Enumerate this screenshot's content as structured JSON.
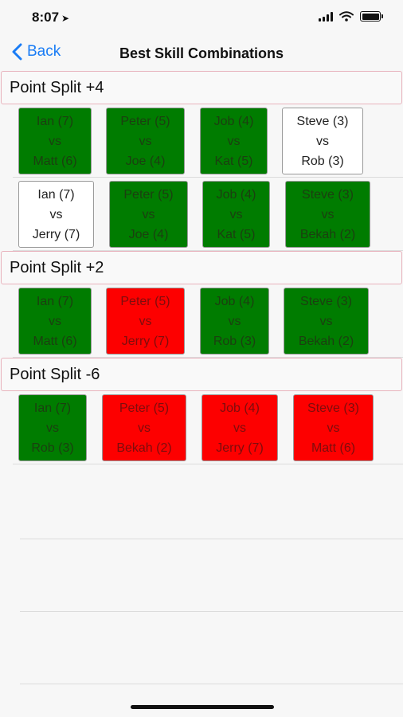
{
  "status_bar": {
    "time": "8:07",
    "location_icon": "location-arrow-icon",
    "icons": [
      "cellular-signal-icon",
      "wifi-icon",
      "battery-icon"
    ]
  },
  "nav": {
    "back_label": "Back",
    "title": "Best Skill Combinations"
  },
  "colors": {
    "win": "#007c00",
    "lose": "#fd0000",
    "even": "#ffffff",
    "accent": "#1a7cf5"
  },
  "sections": [
    {
      "header": "Point Split +4",
      "rows": [
        [
          {
            "top": "Ian (7)",
            "vs": "vs",
            "bottom": "Matt (6)",
            "status": "green"
          },
          {
            "top": "Peter (5)",
            "vs": "vs",
            "bottom": "Joe (4)",
            "status": "green"
          },
          {
            "top": "Job (4)",
            "vs": "vs",
            "bottom": "Kat (5)",
            "status": "green"
          },
          {
            "top": "Steve (3)",
            "vs": "vs",
            "bottom": "Rob (3)",
            "status": "white"
          }
        ],
        [
          {
            "top": "Ian (7)",
            "vs": "vs",
            "bottom": "Jerry (7)",
            "status": "white"
          },
          {
            "top": "Peter (5)",
            "vs": "vs",
            "bottom": "Joe (4)",
            "status": "green"
          },
          {
            "top": "Job (4)",
            "vs": "vs",
            "bottom": "Kat (5)",
            "status": "green"
          },
          {
            "top": "Steve (3)",
            "vs": "vs",
            "bottom": "Bekah (2)",
            "status": "green"
          }
        ]
      ]
    },
    {
      "header": "Point Split +2",
      "rows": [
        [
          {
            "top": "Ian (7)",
            "vs": "vs",
            "bottom": "Matt (6)",
            "status": "green"
          },
          {
            "top": "Peter (5)",
            "vs": "vs",
            "bottom": "Jerry (7)",
            "status": "red"
          },
          {
            "top": "Job (4)",
            "vs": "vs",
            "bottom": "Rob (3)",
            "status": "green"
          },
          {
            "top": "Steve (3)",
            "vs": "vs",
            "bottom": "Bekah (2)",
            "status": "green"
          }
        ]
      ]
    },
    {
      "header": "Point Split -6",
      "rows": [
        [
          {
            "top": "Ian (7)",
            "vs": "vs",
            "bottom": "Rob (3)",
            "status": "green"
          },
          {
            "top": "Peter (5)",
            "vs": "vs",
            "bottom": "Bekah (2)",
            "status": "red"
          },
          {
            "top": "Job (4)",
            "vs": "vs",
            "bottom": "Jerry (7)",
            "status": "red"
          },
          {
            "top": "Steve (3)",
            "vs": "vs",
            "bottom": "Matt (6)",
            "status": "red"
          }
        ]
      ]
    }
  ]
}
